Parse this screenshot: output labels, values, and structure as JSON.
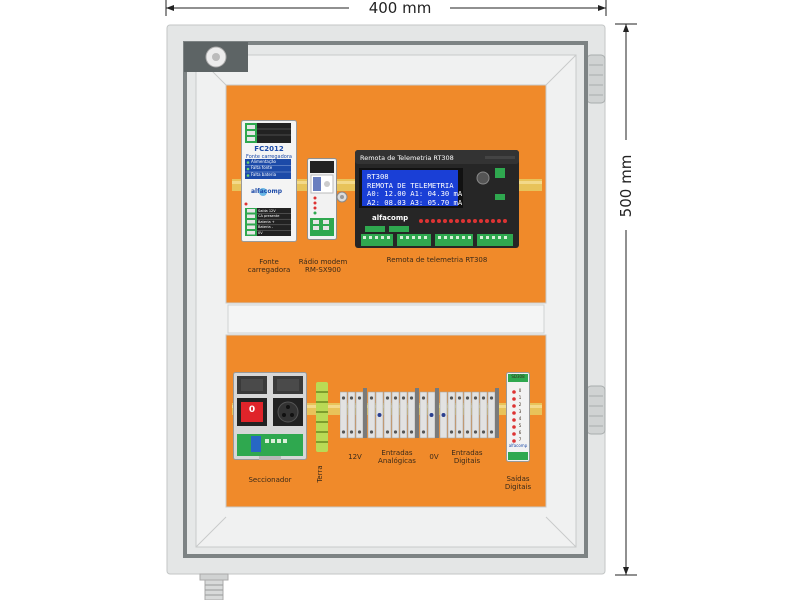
{
  "dimensions": {
    "width_label": "400 mm",
    "height_label": "500 mm"
  },
  "colors": {
    "panel_orange": "#F08A2A",
    "enclosure_gray": "#D9DCDC",
    "din_rail": "#E8C35A",
    "lcd_blue": "#1A3FD6"
  },
  "devices": {
    "charger": {
      "model": "FC2012",
      "subtitle": "Fonte carregadora",
      "label": "Fonte carregadora",
      "status_rows": [
        "Alimentação",
        "Falta fonte",
        "Falta bateria"
      ],
      "brand": "alfacomp",
      "terminal_rows": [
        "Saída 12V",
        "CA presente",
        "Bateria +",
        "Bateria -",
        "0V"
      ]
    },
    "radio": {
      "label": "Rádio modem RM-SX900"
    },
    "rtu": {
      "header": "Remota de Telemetria RT308",
      "label": "Remota de telemetria RT308",
      "brand": "alfacomp",
      "lcd_lines": [
        "RT308",
        "REMOTA DE TELEMETRIA",
        "A0: 12.00   A1: 04.30   mA",
        "A2: 08.03   A3: 05.70   mA"
      ]
    },
    "disconnector": {
      "label": "Seccionador",
      "switch_text": "0"
    },
    "ground": {
      "label": "Terra"
    },
    "terminal_blocks": {
      "labels": [
        "12V",
        "Entradas Analógicas",
        "0V",
        "Entradas Digitais"
      ]
    },
    "outputs": {
      "module_title": "SD308",
      "channels": [
        "0",
        "1",
        "2",
        "3",
        "4",
        "5",
        "6",
        "7"
      ],
      "brand": "alfacomp",
      "label": "Saídas Digitais"
    }
  }
}
